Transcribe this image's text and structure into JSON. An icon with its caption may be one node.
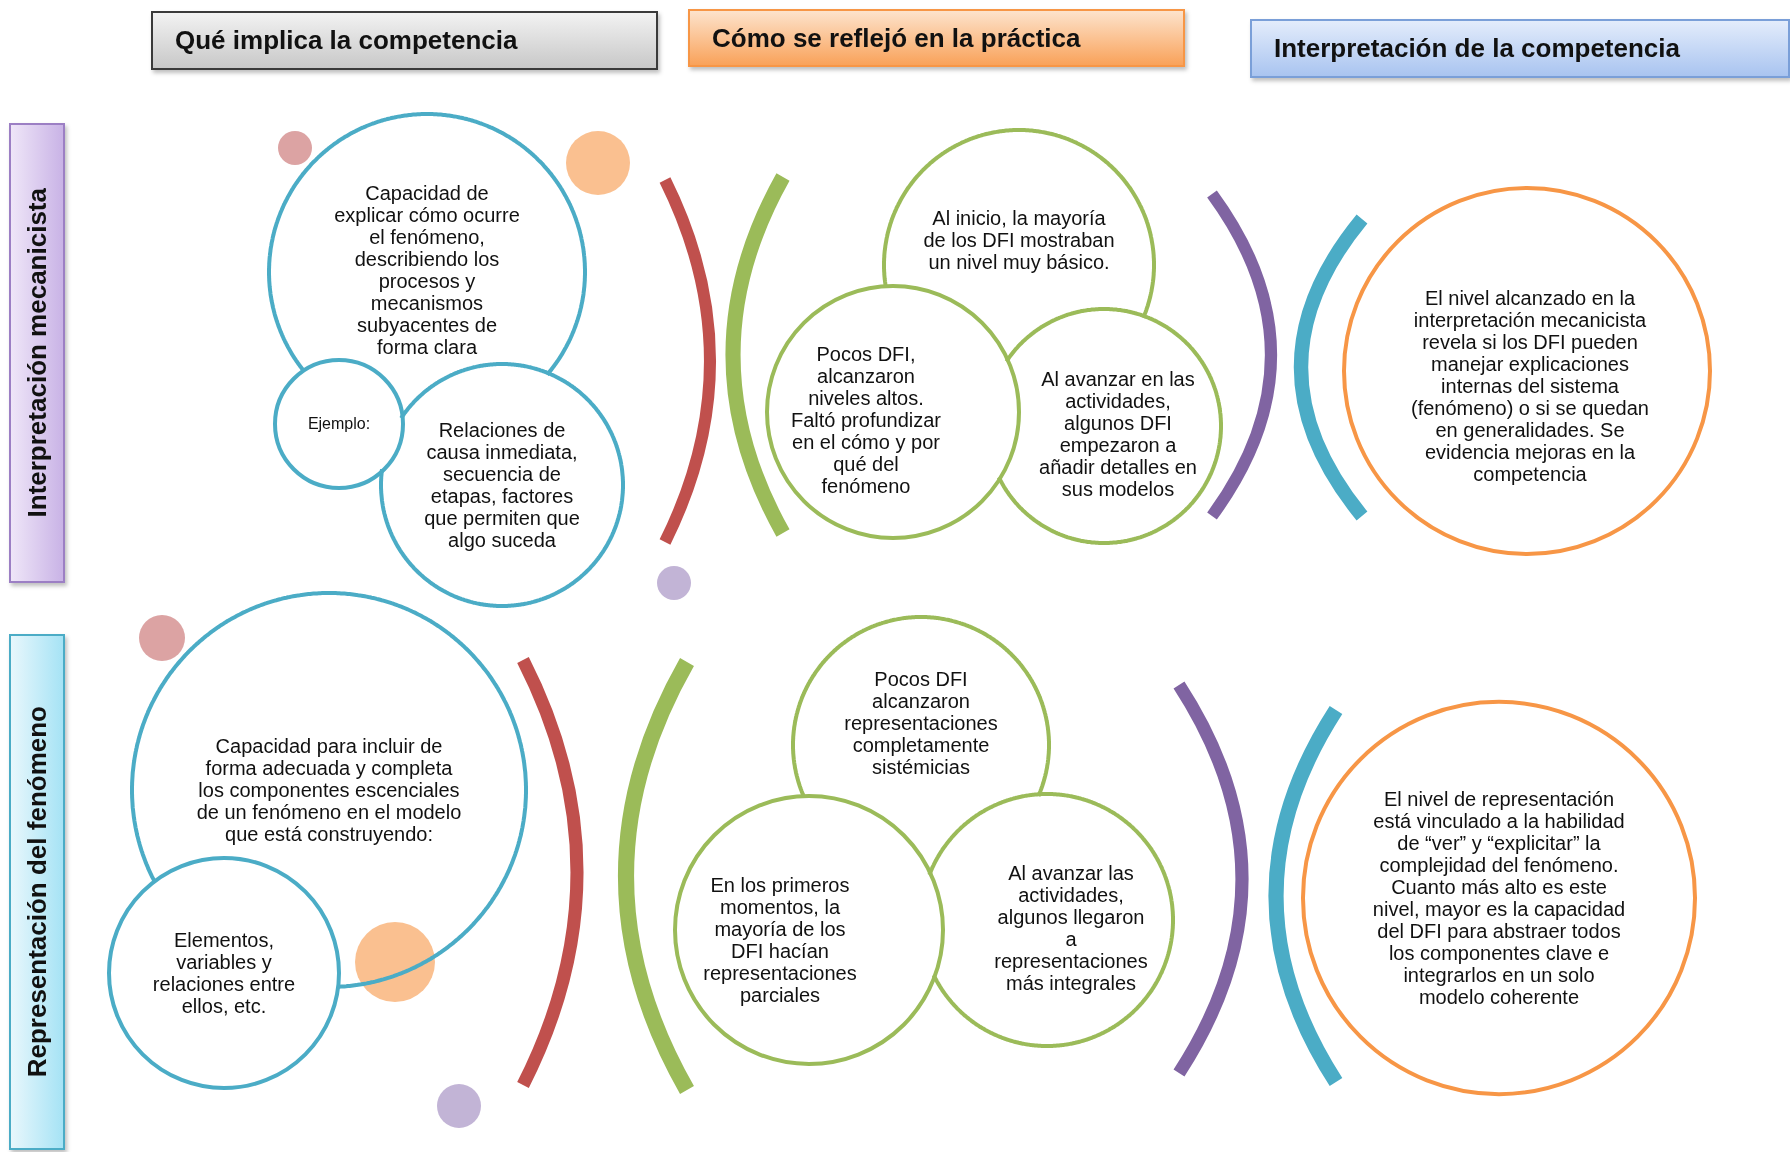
{
  "diagram": {
    "nodes": [
      {
        "text": [
          "Qué implica la competencia"
        ]
      },
      {
        "text": [
          "Cómo se reflejó en la práctica"
        ]
      },
      {
        "text": [
          "Interpretación de la competencia"
        ]
      },
      {
        "text": [
          "Interpretación mecanicista"
        ]
      },
      {
        "text": [
          "Capacidad de explicar cómo ocurre el fenómeno, describiendo los procesos y mecanismos subyacentes de forma clara"
        ]
      },
      {
        "text": [
          "Ejemplo:"
        ]
      },
      {
        "text": [
          "Relaciones de causa inmediata, secuencia de etapas, factores que permiten que algo suceda"
        ]
      },
      {
        "text": [
          "Al inicio, la mayoría de los DFI mostraban un nivel muy básico."
        ]
      },
      {
        "text": [
          "Pocos DFI, alcanzaron niveles altos. Faltó profundizar en el cómo y por qué del fenómeno"
        ]
      },
      {
        "text": [
          "Al avanzar en las actividades, algunos DFI empezaron a añadir detalles en sus modelos"
        ]
      },
      {
        "text": [
          "El nivel alcanzado en la interpretación mecanicista revela si los DFI pueden manejar explicaciones internas del sistema (fenómeno) o si se quedan en generalidades. Se evidencia mejoras en la competencia"
        ]
      },
      {
        "text": [
          "Representación del fenómeno"
        ]
      },
      {
        "text": [
          "Capacidad para incluir de forma adecuada y completa los componentes escenciales de un fenómeno en el modelo que está construyendo:"
        ]
      },
      {
        "text": [
          "Elementos, variables y relaciones entre ellos, etc."
        ]
      },
      {
        "text": [
          "Pocos DFI alcanzaron representaciones completamente sistémicias"
        ]
      },
      {
        "text": [
          "En los primeros momentos, la mayoría de los DFI hacían representaciones parciales"
        ]
      },
      {
        "text": [
          "Al avanzar las actividades, algunos llegaron a representaciones más integrales"
        ]
      },
      {
        "text": [
          "El nivel de representación está vinculado a la habilidad de “ver” y “explicitar” la complejidad del fenómeno. Cuanto más alto es este nivel, mayor es la capacidad del DFI para abstraer todos los componentes clave e integrarlos en un solo modelo coherente"
        ]
      }
    ]
  }
}
